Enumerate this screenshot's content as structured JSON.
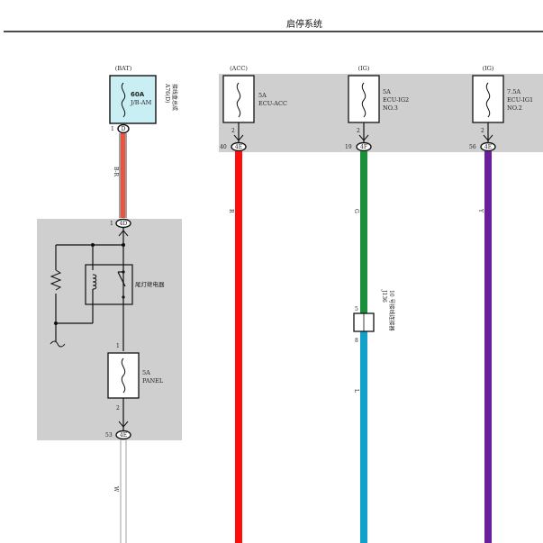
{
  "title": "启停系统",
  "main_fuse": {
    "source": "(BAT)",
    "rating": "60A",
    "name": "J/B-AM",
    "location_code": "A76(D)",
    "location_name": "接线盒总成",
    "pin_top": "1",
    "pin_top_connector": "D"
  },
  "wire_br": {
    "code": "B-R"
  },
  "relay_block": {
    "pin_in": "1",
    "pin_in_connector": "4D",
    "relay_name": "尾灯继电器",
    "fuse_pin_top": "1",
    "fuse_rating": "5A",
    "fuse_name": "PANEL",
    "fuse_pin_bottom": "2",
    "pin_out": "53",
    "pin_out_connector": "4E"
  },
  "wire_w": {
    "code": "W"
  },
  "fuses": [
    {
      "source": "(ACC)",
      "rating": "5A",
      "name": "ECU-ACC",
      "name2": "",
      "pin": "2",
      "conn_pin": "40",
      "conn": "4E",
      "wire_code": "R"
    },
    {
      "source": "(IG)",
      "rating": "5A",
      "name": "ECU-IG2",
      "name2": "NO.3",
      "pin": "2",
      "conn_pin": "19",
      "conn": "4F",
      "wire_code": "G"
    },
    {
      "source": "(IG)",
      "rating": "7.5A",
      "name": "ECU-IG1",
      "name2": "NO.2",
      "pin": "2",
      "conn_pin": "56",
      "conn": "4E",
      "wire_code": "Y"
    }
  ],
  "junction": {
    "code": "J136",
    "name": "10 号接线连接器",
    "pin_top": "5",
    "pin_bottom": "8",
    "wire_code_below": "L"
  },
  "colors": {
    "panel_gray": "#cfcfcf",
    "fuse_fill": "#c9eef4",
    "wire_br": "#e8553e",
    "wire_r": "#ff0d0d",
    "wire_g": "#1c8f3c",
    "wire_l": "#12a2c9",
    "wire_y": "#6a1f9a"
  }
}
